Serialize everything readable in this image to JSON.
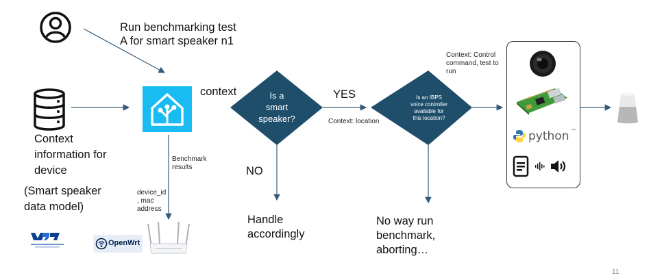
{
  "person": {
    "icon": "user-circle-icon"
  },
  "database": {
    "icon": "database-icon"
  },
  "top_label": {
    "line1": "Run benchmarking test",
    "line2": "A for smart speaker n1"
  },
  "context_label": "context",
  "db_label": {
    "line1": "Context",
    "line2": "information for",
    "line3": "device"
  },
  "data_model_label": {
    "line1": "(Smart speaker",
    "line2": "data model)"
  },
  "benchmark_label": {
    "line1": "Benchmark",
    "line2": "results"
  },
  "device_label": {
    "line1": "device_id",
    "line2": ", mac",
    "line3": "address"
  },
  "decision1": {
    "line1": "Is a",
    "line2": "smart",
    "line3": "speaker?"
  },
  "decision2": {
    "line1": "Is an IBPS",
    "line2": "voice controller",
    "line3": "available for",
    "line4": "this location?"
  },
  "yes_label": "YES",
  "no_label": "NO",
  "location_label": "Context: location",
  "handle_label": {
    "line1": "Handle",
    "line2": "accordingly"
  },
  "abort_label": {
    "line1": "No way run",
    "line2": "benchmark,",
    "line3": "aborting…"
  },
  "control_label": {
    "line1": "Context: Control",
    "line2": "command, test to",
    "line3": "run"
  },
  "python_label": "python",
  "python_tm": "™",
  "openwrt_label": "OpenWrt",
  "page_number": "11",
  "colors": {
    "diamond": "#1f4e6b",
    "home_assistant": "#18bcf2",
    "python_blue": "#3776ab",
    "python_yellow": "#ffd43b",
    "arrow": "#355a78"
  }
}
